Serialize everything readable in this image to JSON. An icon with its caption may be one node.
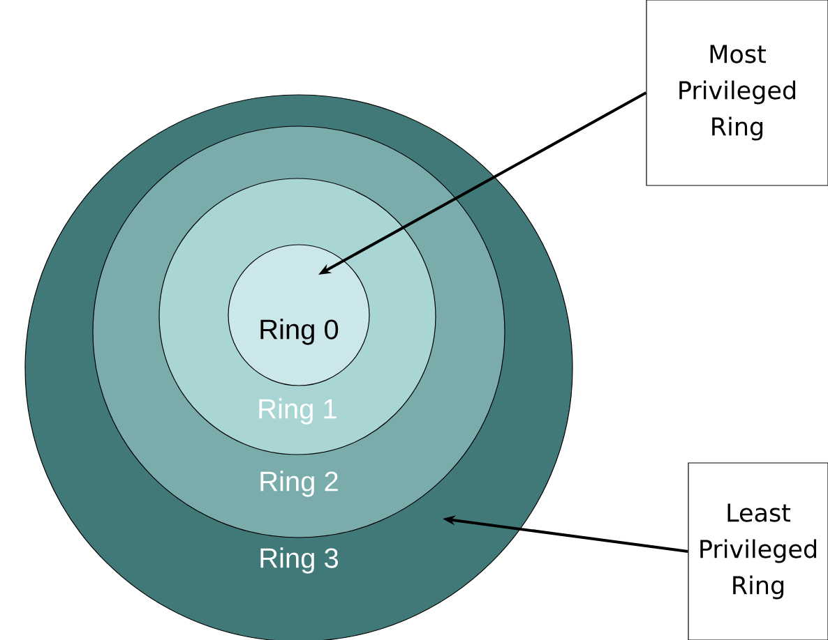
{
  "diagram": {
    "nodes": [
      {
        "text": [
          "Ring 3"
        ]
      },
      {
        "text": [
          "Ring 2"
        ],
        "in": 0
      },
      {
        "text": [
          "Ring 1"
        ],
        "in": 1
      },
      {
        "text": [
          "Ring 0"
        ],
        "in": 2
      },
      {
        "text": [
          "Most Privileged Ring"
        ]
      },
      {
        "text": [
          "Least Privileged Ring"
        ]
      }
    ],
    "edges": [
      {
        "from": 4,
        "to": 3,
        "arrow": "to"
      },
      {
        "from": 5,
        "to": 0,
        "arrow": "to"
      }
    ]
  }
}
